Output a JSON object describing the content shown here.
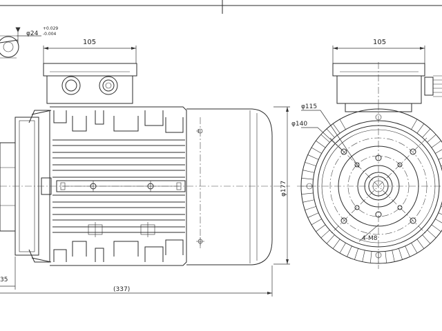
{
  "dimensions": {
    "side_top_width": "105",
    "end_top_width": "105",
    "shaft_diameter": "φ24",
    "shaft_tol_upper": "+0.029",
    "shaft_tol_lower": "-0.004",
    "flange_diameter": "φ177",
    "overall_length": "(337)",
    "left_partial": "35",
    "bolt_circle_115": "φ115",
    "bolt_circle_140": "φ140",
    "threaded_holes": "4-M8"
  }
}
